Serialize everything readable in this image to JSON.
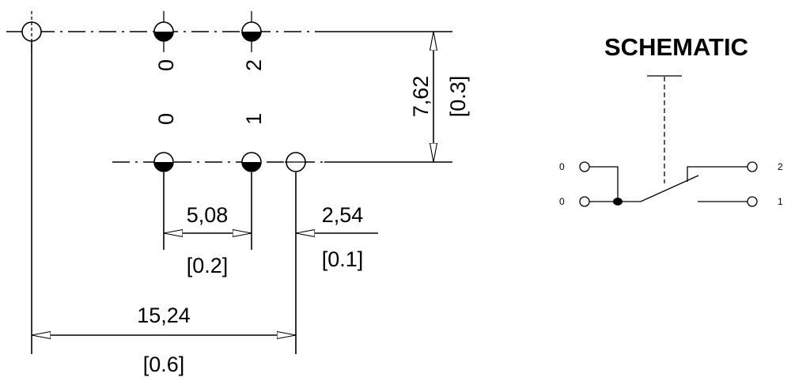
{
  "footprint": {
    "pins_top": [
      "0",
      "2"
    ],
    "pins_bottom": [
      "0",
      "1"
    ],
    "dims": {
      "row_pitch": {
        "mm": "7,62",
        "in": "[0.3]"
      },
      "pin_pitch": {
        "mm": "5,08",
        "in": "[0.2]"
      },
      "offset": {
        "mm": "2,54",
        "in": "[0.1]"
      },
      "total": {
        "mm": "15,24",
        "in": "[0.6]"
      }
    }
  },
  "schematic": {
    "title": "SCHEMATIC",
    "left_labels": [
      "0",
      "0"
    ],
    "right_labels": [
      "2",
      "1"
    ]
  }
}
